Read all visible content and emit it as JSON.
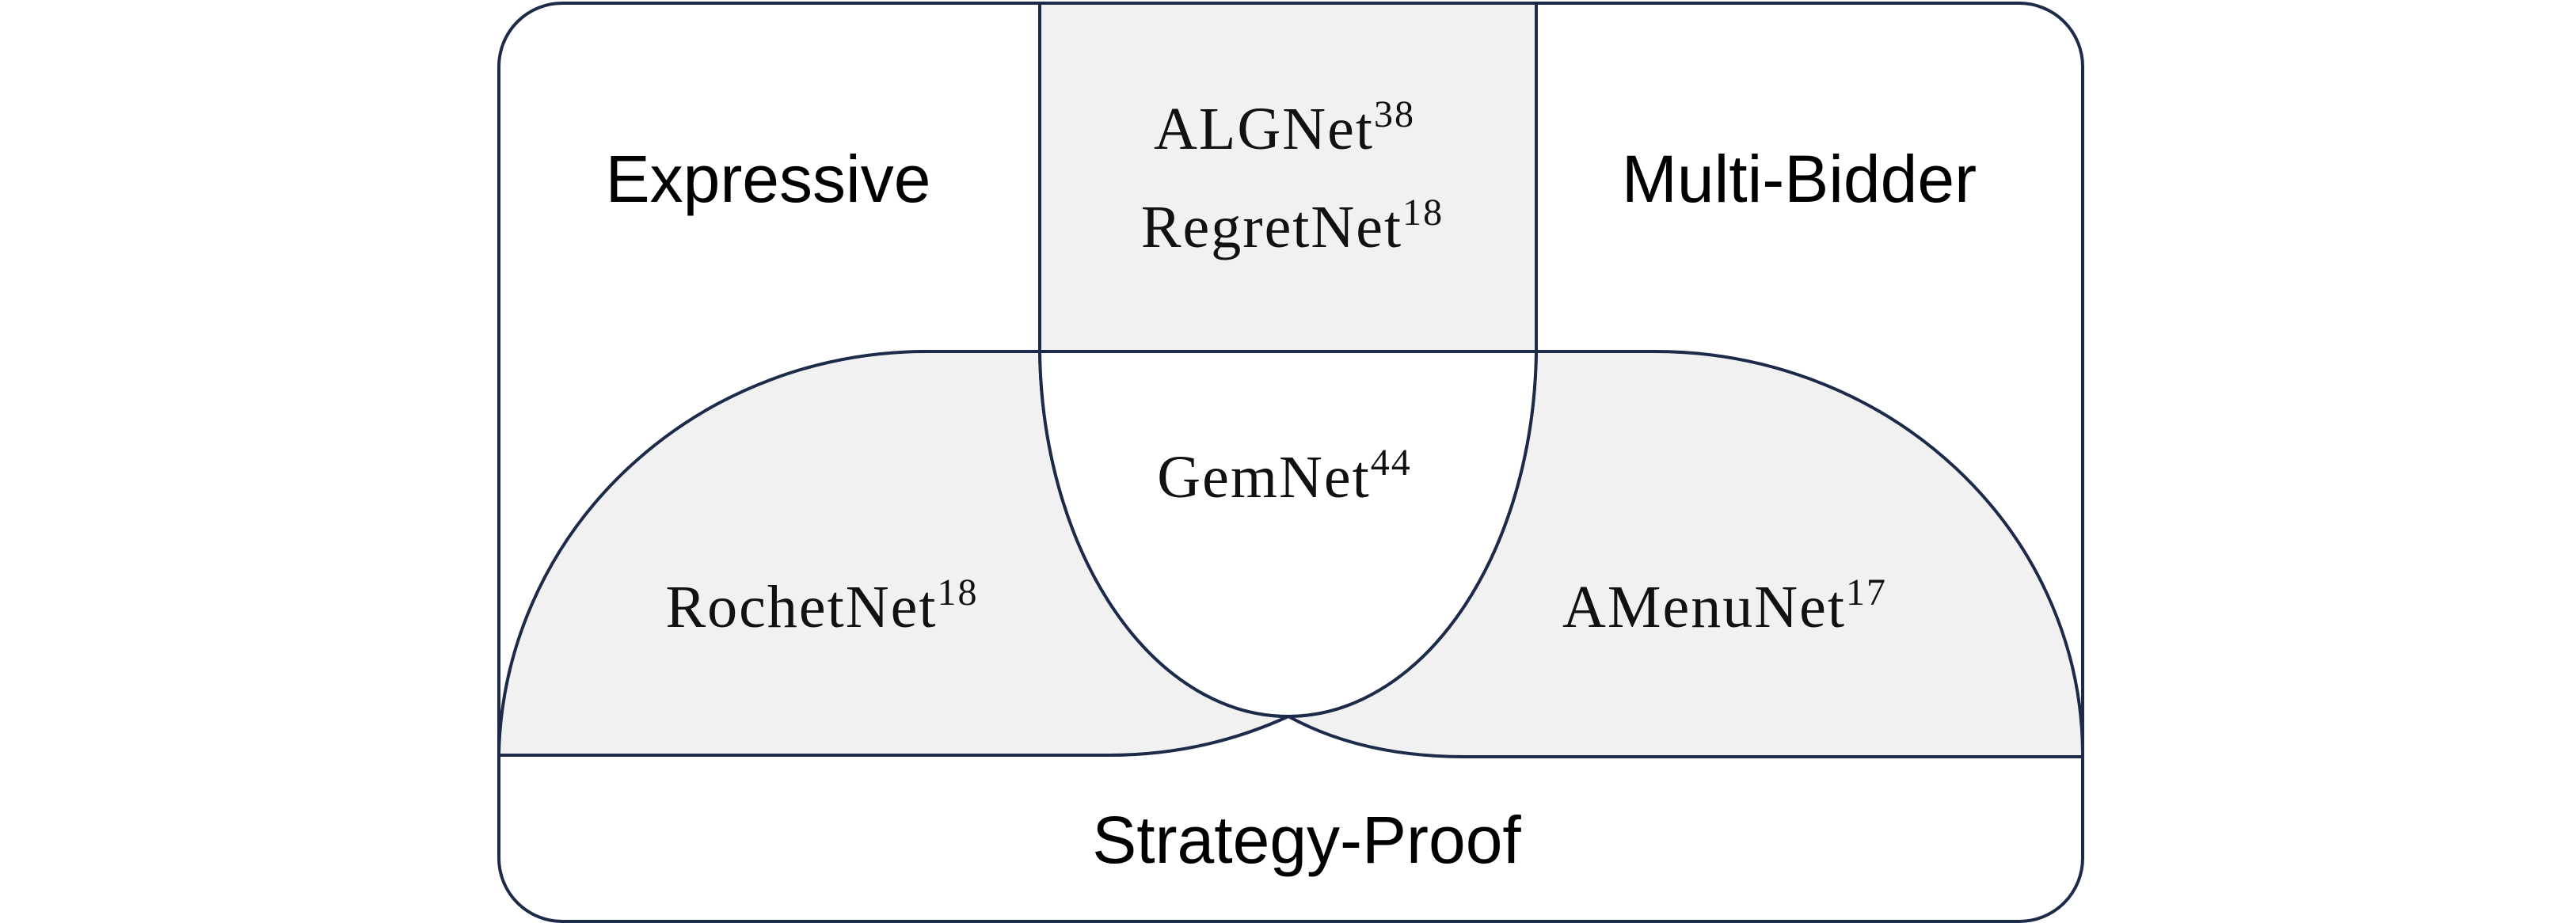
{
  "regions": {
    "expressive": "Expressive",
    "multi_bidder": "Multi-Bidder",
    "strategy_proof": "Strategy-Proof"
  },
  "methods": {
    "algnet": {
      "name": "ALGNet",
      "ref": "38"
    },
    "regretnet": {
      "name": "RegretNet",
      "ref": "18"
    },
    "gemnet": {
      "name": "GemNet",
      "ref": "44"
    },
    "rochetnet": {
      "name": "RochetNet",
      "ref": "18"
    },
    "amenunet": {
      "name": "AMenuNet",
      "ref": "17"
    }
  },
  "colors": {
    "stroke": "#1c2b49",
    "fill_grey": "#f1f1f1",
    "fill_white": "#ffffff",
    "text": "#111111"
  }
}
